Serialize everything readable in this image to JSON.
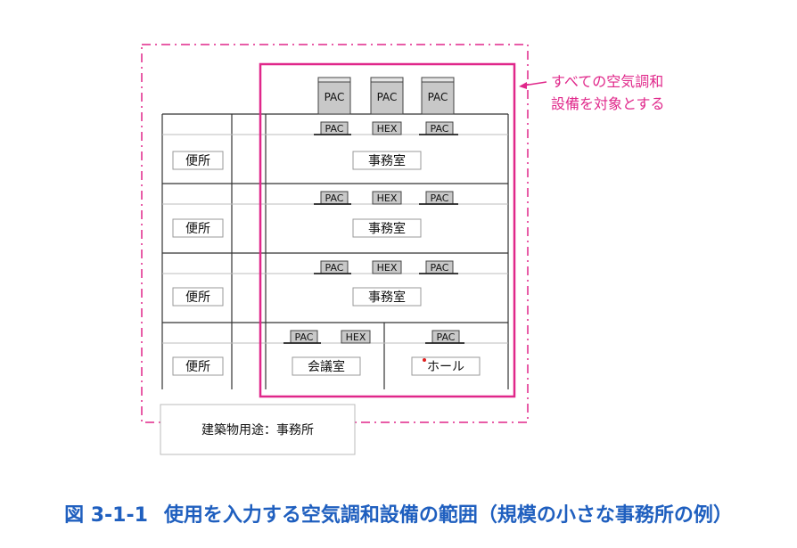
{
  "units": {
    "pac": "PAC",
    "hex": "HEX"
  },
  "rooms": {
    "toilet": "便所",
    "office": "事務室",
    "meeting": "会議室",
    "hall": "ホール"
  },
  "building_use": "建築物用途：事務所",
  "annotation": {
    "line1": "すべての空気調和",
    "line2": "設備を対象とする"
  },
  "caption": {
    "number": "図 3-1-1",
    "text": "使用を入力する空気調和設備の範囲（規模の小さな事務所の例）"
  },
  "colors": {
    "scope": "#e0278a",
    "caption": "#1f5fbf",
    "equipment_fill": "#c8c8c8",
    "line": "#333333"
  }
}
